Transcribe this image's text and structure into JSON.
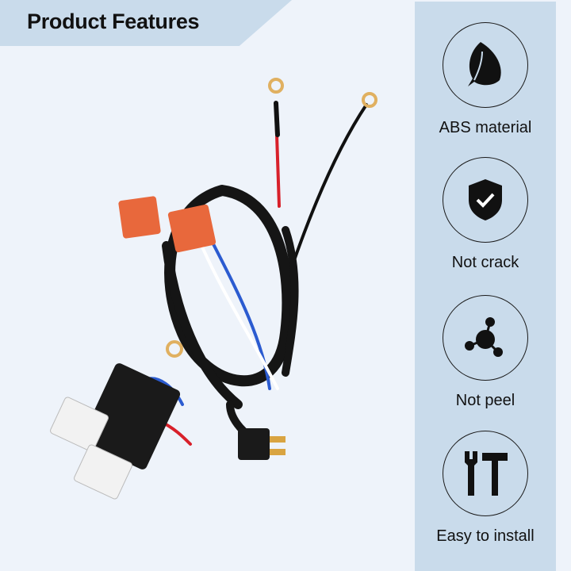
{
  "header": {
    "title": "Product Features"
  },
  "features": [
    {
      "icon": "leaf-icon",
      "label": "ABS material"
    },
    {
      "icon": "shield-check-icon",
      "label": "Not crack"
    },
    {
      "icon": "molecule-icon",
      "label": "Not peel"
    },
    {
      "icon": "wrench-hammer-icon",
      "label": "Easy to install"
    }
  ],
  "colors": {
    "background": "#eef3fa",
    "accent_panel": "#c9dbeb",
    "connector": "#e8683c"
  }
}
